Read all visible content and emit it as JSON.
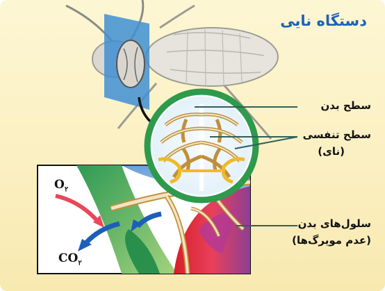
{
  "title": "دستگاه نایی",
  "labels": {
    "body_surface": "سطح بدن",
    "resp_surface": "سطح تنفسی",
    "trachea": "(نای)",
    "body_cells": "سلول‌های بدن",
    "no_capillaries": "(عدم مویرگ‌ها)"
  },
  "gases": {
    "oxygen": "O",
    "oxygen_sub": "۲",
    "carbon_dioxide": "CO",
    "carbon_dioxide_sub": "۲"
  },
  "colors": {
    "title": "#1b63b5",
    "oxygen_arrow": "#e8485a",
    "co2_arrow": "#1d5fb8",
    "leader_lines": "#2f5f5a",
    "ring": "#2e9a4b"
  }
}
